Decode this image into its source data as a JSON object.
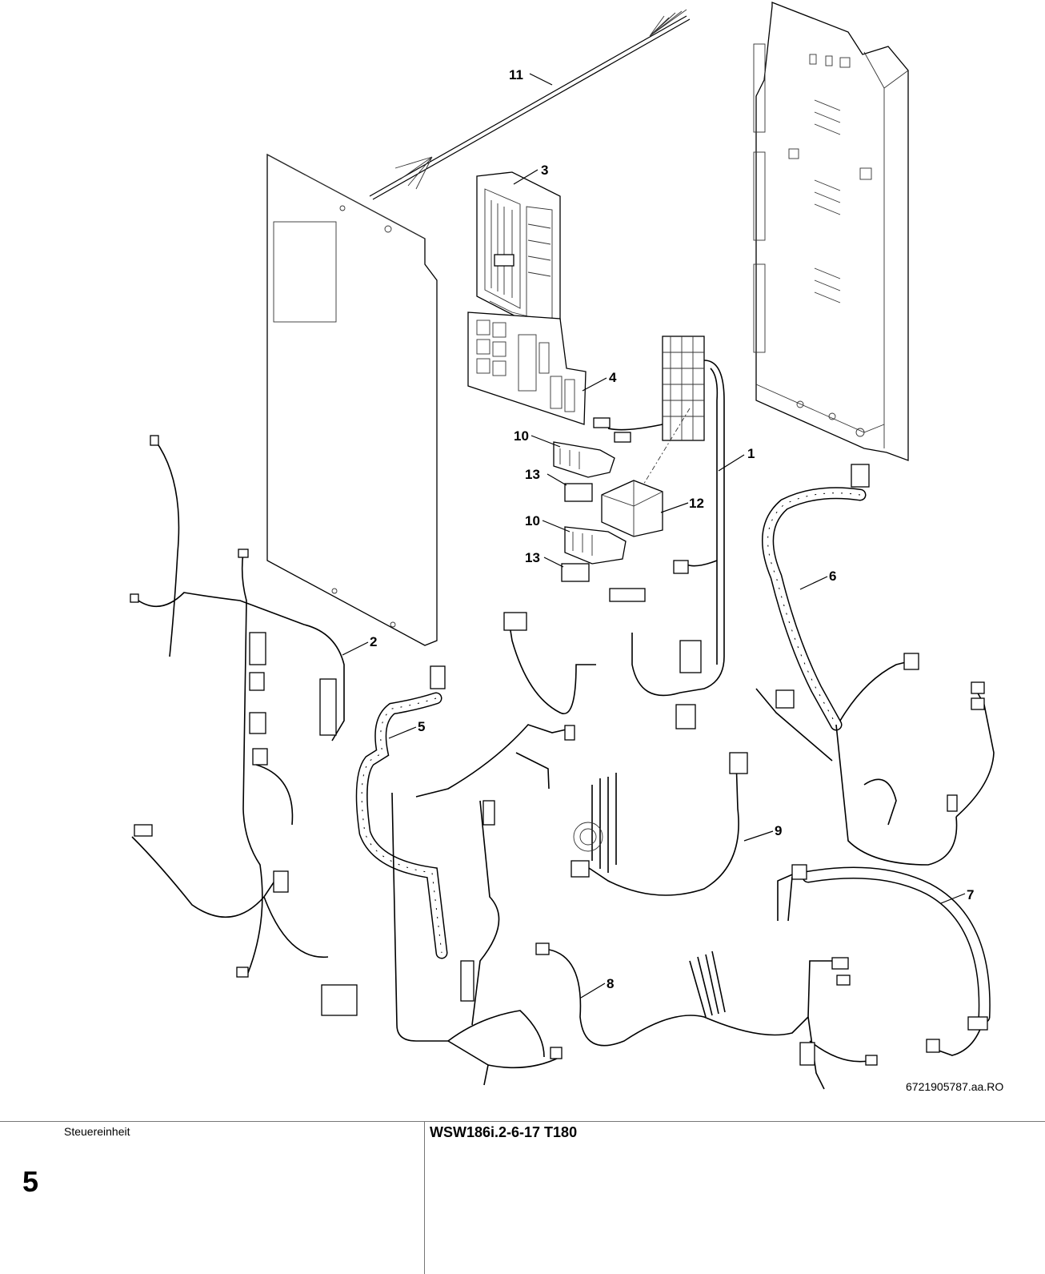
{
  "diagram": {
    "callouts": [
      "1",
      "2",
      "3",
      "4",
      "5",
      "6",
      "7",
      "8",
      "9",
      "10",
      "11",
      "12",
      "13"
    ],
    "duplicate_callouts": [
      "10",
      "13"
    ],
    "reference_code": "6721905787.aa.RO"
  },
  "footer": {
    "section_name": "Steuereinheit",
    "section_number": "5",
    "model": "WSW186i.2-6-17 T180"
  }
}
